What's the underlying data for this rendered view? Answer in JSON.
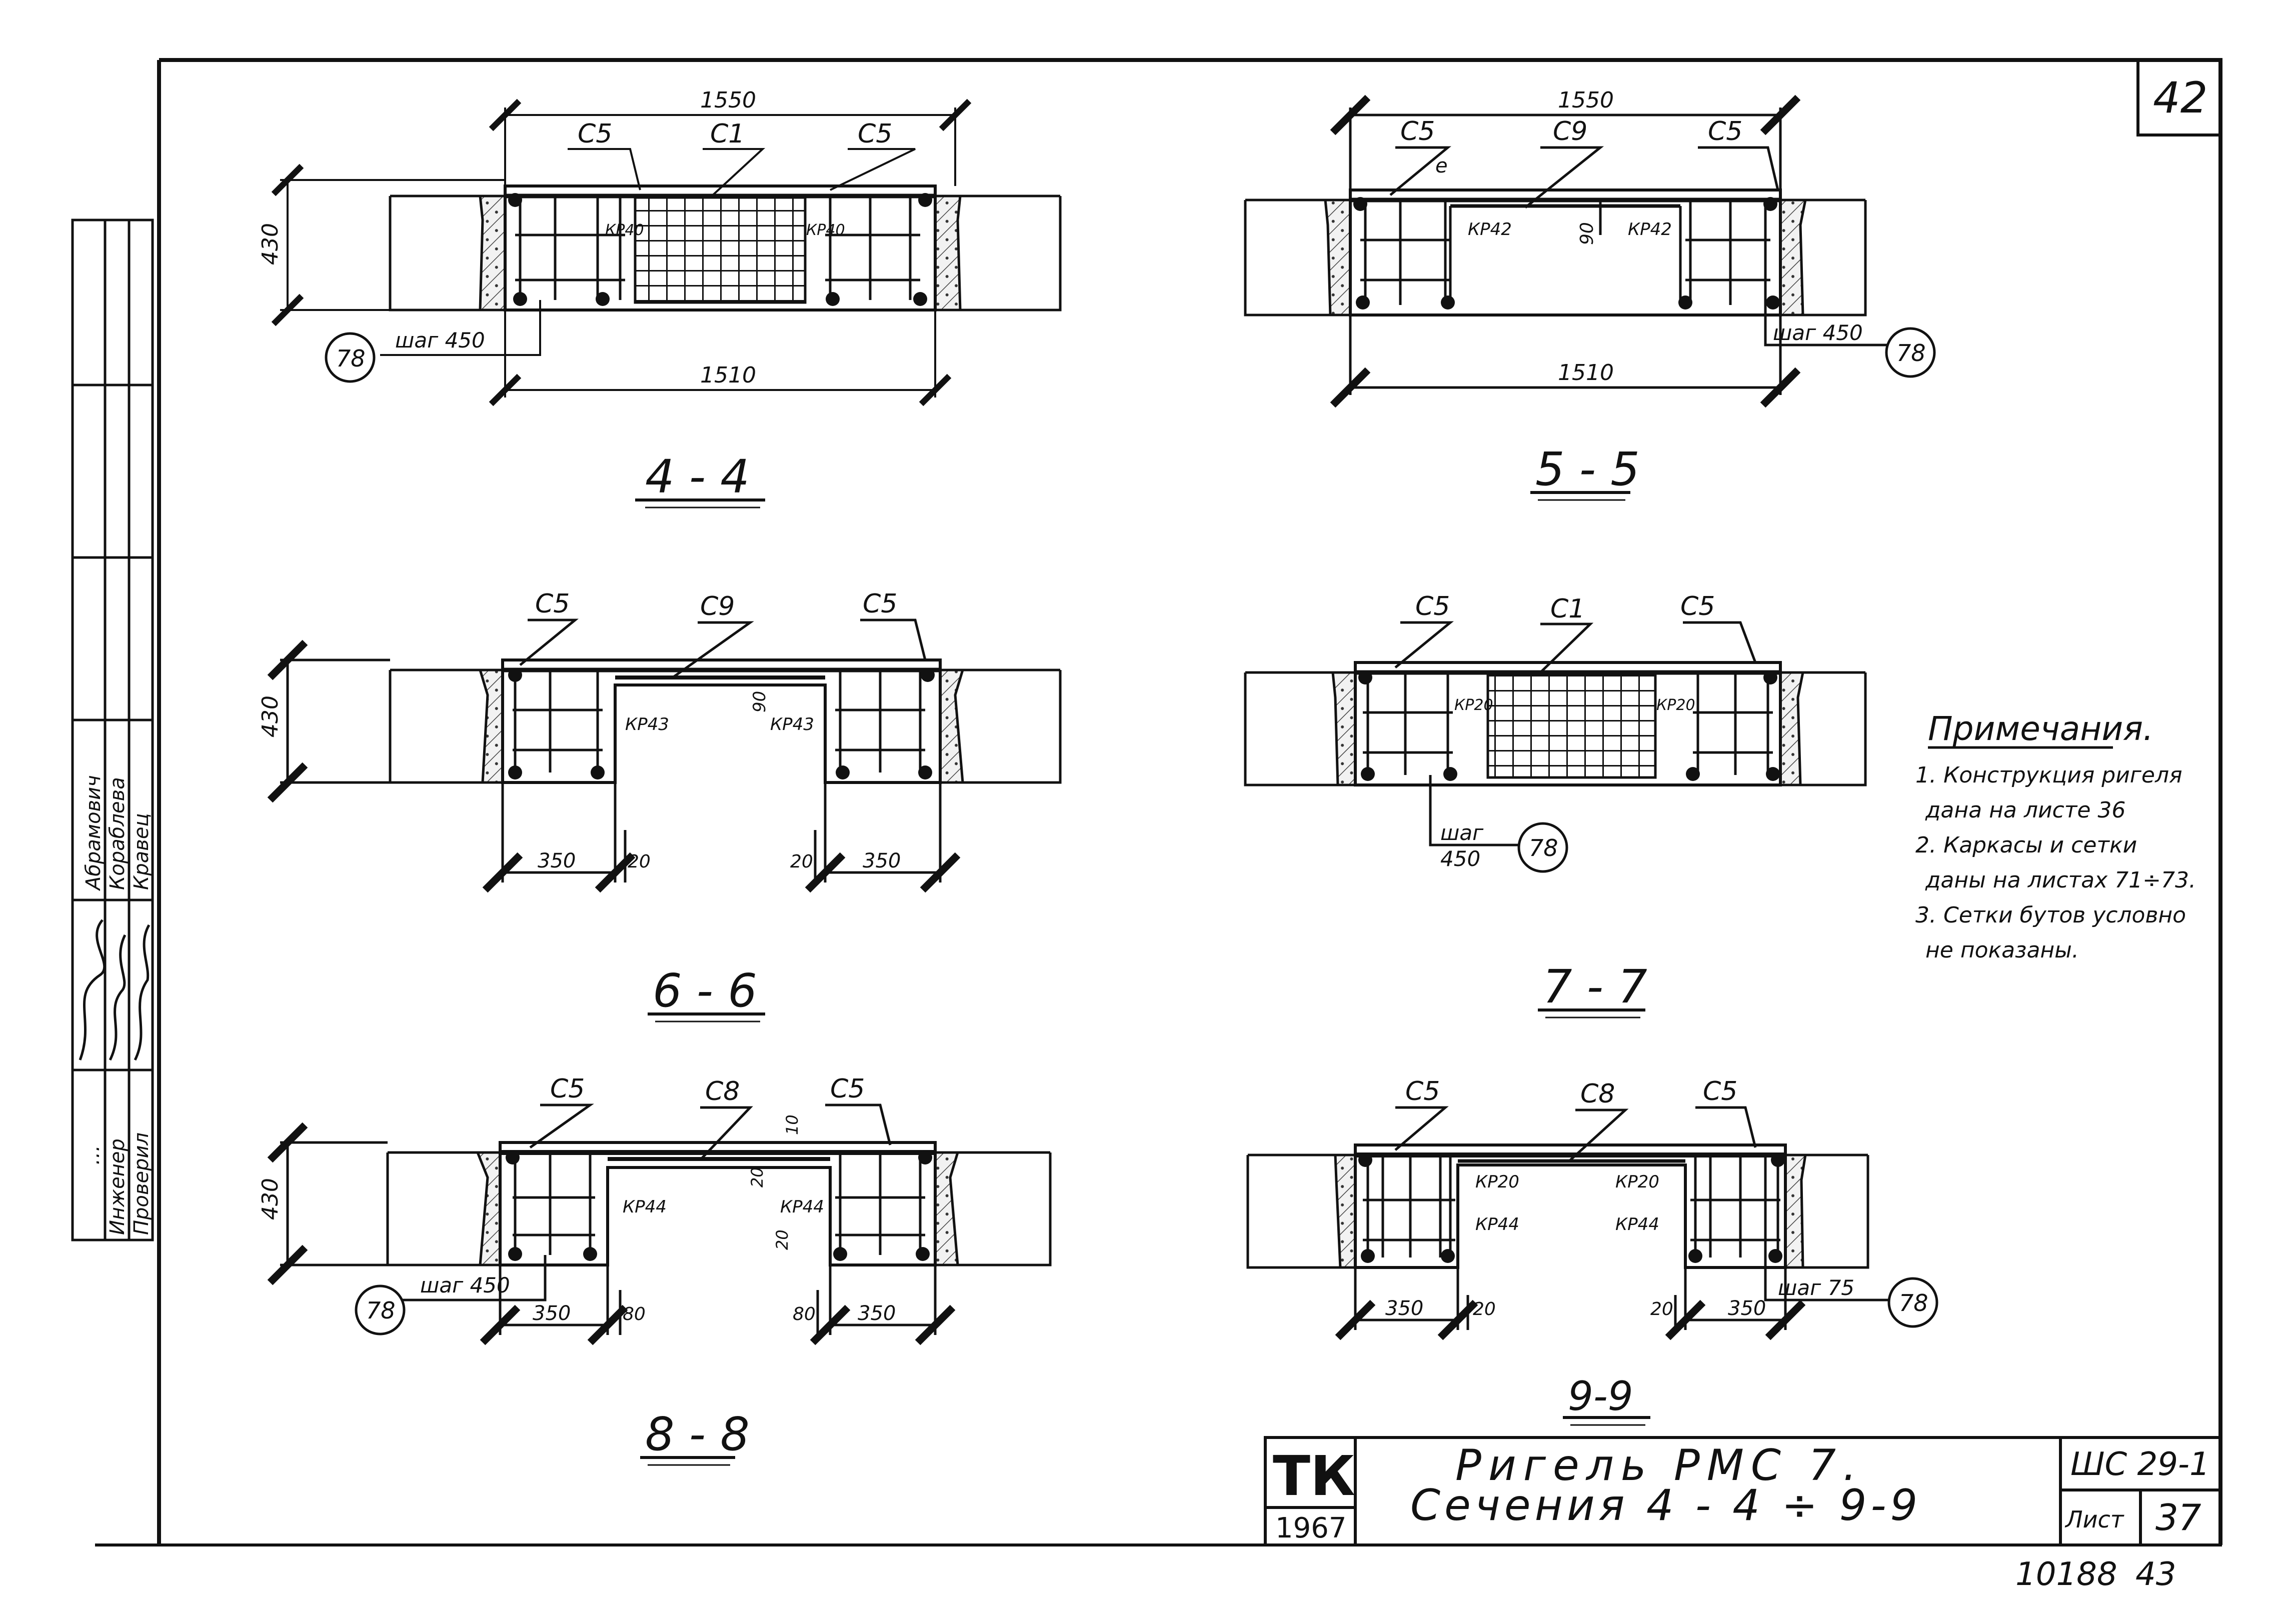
{
  "sheet": {
    "number_top": "42",
    "archive": "10188",
    "archive_page": "43"
  },
  "side_stamp": {
    "row1_role": "Инженер",
    "row1_name": "Кораблева",
    "row2_role": "Проверил",
    "row2_name": "Кравец",
    "row0_role": "…",
    "row0_name": "Абрамович"
  },
  "notes": {
    "title": "Примечания.",
    "lines": [
      "1. Конструкция ригеля",
      "дана на листе 36",
      "2. Каркасы и сетки",
      "даны на листах 71÷73.",
      "3. Сетки бутов условно",
      "не показаны."
    ]
  },
  "title_block": {
    "org": "ТК",
    "year": "1967",
    "title_line1": "Ригель РМС 7.",
    "title_line2": "Сечения 4 - 4 ÷ 9-9",
    "series": "ШС 29-1",
    "sheet_label": "Лист",
    "sheet_number": "37"
  },
  "sections": {
    "s44": {
      "title": "4 - 4",
      "top_dim": "1550",
      "bottom_dim": "1510",
      "height_dim": "430",
      "labels": [
        "С5",
        "С1",
        "С5",
        "КР40",
        "КР40"
      ],
      "step_label": "шаг 450",
      "callout": "78"
    },
    "s55": {
      "title": "5 - 5",
      "top_dim": "1550",
      "bottom_dim": "1510",
      "labels": [
        "С5",
        "С9",
        "С5",
        "КР42",
        "КР42"
      ],
      "small_dim_a": "е",
      "small_dim_b": "90",
      "step_label": "шаг 450",
      "callout": "78"
    },
    "s66": {
      "title": "6 - 6",
      "height_dim": "430",
      "labels": [
        "С5",
        "С9",
        "С5",
        "КР43",
        "КР43"
      ],
      "small_dim": "90",
      "dims": [
        "350",
        "20",
        "20",
        "350"
      ]
    },
    "s77": {
      "title": "7 - 7",
      "labels": [
        "С5",
        "С1",
        "С5",
        "КР20",
        "КР20"
      ],
      "step_label": "шаг",
      "step_value": "450",
      "callout": "78"
    },
    "s88": {
      "title": "8 - 8",
      "height_dim": "430",
      "labels": [
        "С5",
        "С8",
        "С5",
        "КР44",
        "КР44"
      ],
      "small_dims": [
        "10",
        "20",
        "20"
      ],
      "step_label": "шаг 450",
      "callout": "78",
      "dims": [
        "350",
        "80",
        "80",
        "350"
      ]
    },
    "s99": {
      "title": "9-9",
      "labels": [
        "С5",
        "С8",
        "С5",
        "КР20",
        "КР20",
        "КР44",
        "КР44"
      ],
      "step_label": "шаг 75",
      "callout": "78",
      "dims": [
        "350",
        "20",
        "20",
        "350"
      ]
    }
  }
}
